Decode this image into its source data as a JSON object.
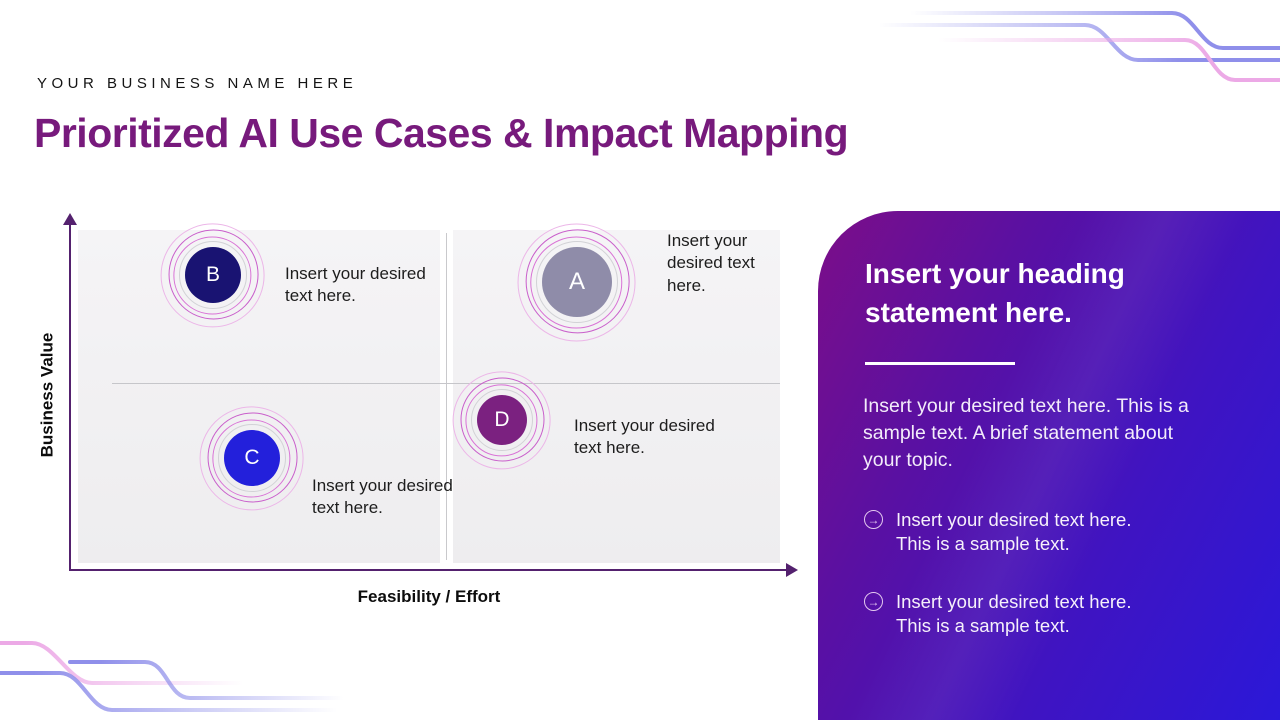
{
  "header": {
    "business_name": "YOUR BUSINESS NAME HERE",
    "title": "Prioritized AI Use Cases & Impact Mapping",
    "title_color": "#771a7c"
  },
  "matrix": {
    "y_axis_label": "Business Value",
    "x_axis_label": "Feasibility / Effort",
    "axis_color": "#54216e",
    "ring_colors": [
      "#d2d2d6",
      "#d973d6",
      "#c95fcb",
      "#ecb6e8"
    ],
    "items": [
      {
        "id": "A",
        "quadrant": "top-right",
        "color": "#8f8ca9",
        "label": "Insert your desired text here."
      },
      {
        "id": "B",
        "quadrant": "top-left",
        "color": "#191372",
        "label": "Insert your desired text here."
      },
      {
        "id": "C",
        "quadrant": "bottom-left",
        "color": "#2320db",
        "label": "Insert your desired text here."
      },
      {
        "id": "D",
        "quadrant": "bottom-right",
        "color": "#7b2180",
        "label": "Insert your desired text here."
      }
    ]
  },
  "panel": {
    "heading": "Insert your heading statement here.",
    "body": "Insert your desired text here. This is a sample text. A brief statement about your topic.",
    "bullets": [
      {
        "icon": "circled-right-arrow",
        "text": "Insert your desired text here. This is a sample text."
      },
      {
        "icon": "circled-right-arrow",
        "text": "Insert your desired text here. This is a sample text."
      }
    ],
    "gradient": [
      "#7c0e88",
      "#5a10a2",
      "#3f14c2",
      "#2b18d8"
    ]
  },
  "decoration": {
    "line_blue": "#8f8fea",
    "line_pink": "#eca9e6"
  }
}
